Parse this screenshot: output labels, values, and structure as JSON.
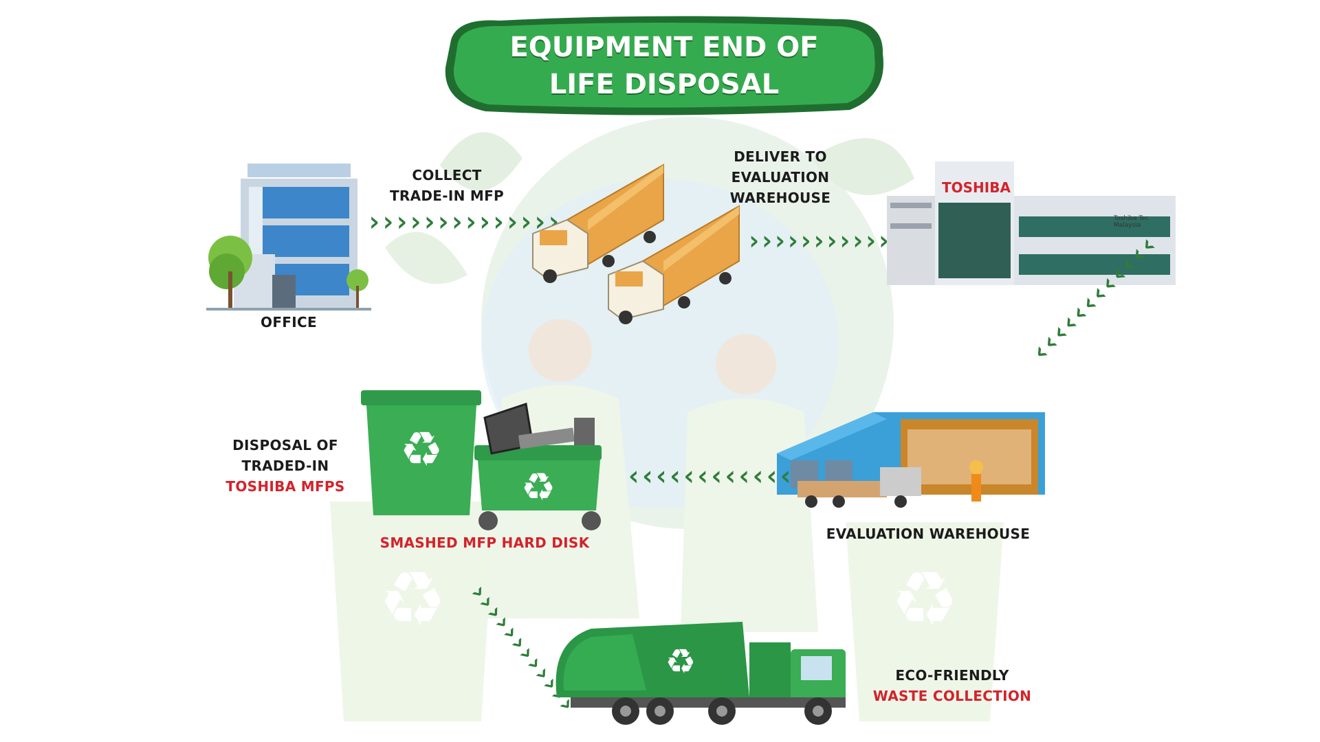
{
  "title": {
    "line1": "EQUIPMENT END OF",
    "line2": "LIFE DISPOSAL"
  },
  "steps": {
    "office": "OFFICE",
    "collect": {
      "line1": "COLLECT",
      "line2": "TRADE-IN MFP"
    },
    "deliver": {
      "line1": "DELIVER TO",
      "line2": "EVALUATION WAREHOUSE"
    },
    "evaluation": "EVALUATION WAREHOUSE",
    "disposal": {
      "line1": "DISPOSAL OF",
      "line2": "TRADED-IN",
      "line3": "TOSHIBA MFPS"
    },
    "smashed": "SMASHED MFP HARD DISK",
    "eco": {
      "line1": "ECO-FRIENDLY",
      "line2": "WASTE COLLECTION"
    }
  },
  "building_sign": {
    "brand": "TOSHIBA",
    "sub": "Toshiba Tec Malaysia"
  },
  "arrows": {
    "office_to_trucks": "››››››››››››››",
    "trucks_to_toshiba": "››››››››››››",
    "toshiba_to_warehouse": "‹‹‹‹‹‹‹‹‹‹‹‹",
    "warehouse_to_bins": "‹‹‹‹‹‹‹‹‹‹‹‹",
    "bins_to_truck": "››››››››››››"
  },
  "colors": {
    "green": "#2fa84f",
    "dark_green": "#1f6e30",
    "red": "#d3232b",
    "truck_orange": "#e9a548"
  }
}
